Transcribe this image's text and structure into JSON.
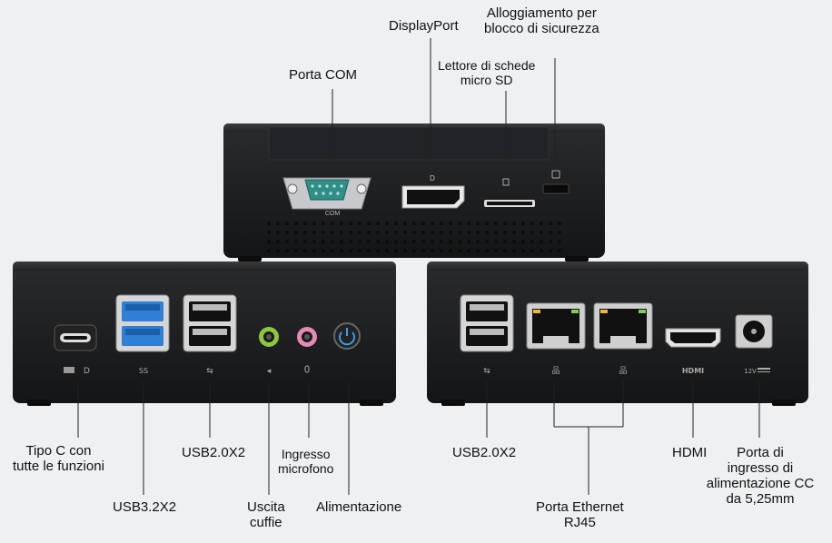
{
  "labels": {
    "porta_com": "Porta COM",
    "displayport": "DisplayPort",
    "alloggiamento": [
      "Alloggiamento per",
      "blocco di sicurezza"
    ],
    "lettore": [
      "Lettore di schede",
      "micro SD"
    ],
    "tipo_c": [
      "Tipo C con",
      "tutte le funzioni"
    ],
    "usb32": "USB3.2X2",
    "usb20_left": "USB2.0X2",
    "uscita": [
      "Uscita",
      "cuffie"
    ],
    "ingresso": [
      "Ingresso",
      "microfono"
    ],
    "alimentazione": "Alimentazione",
    "usb20_right": "USB2.0X2",
    "ethernet": [
      "Porta Ethernet",
      "RJ45"
    ],
    "hdmi": "HDMI",
    "porta_di": [
      "Porta di",
      "ingresso di",
      "alimentazione CC",
      "da 5,25mm"
    ]
  },
  "device_text": {
    "com": "COM",
    "usb_ss": "SS",
    "hdmi_logo": "HDMI",
    "dc_12v": "12V"
  },
  "colors": {
    "chassis": "#1c1d1f",
    "usb3_blue": "#2f7fd6",
    "headphone_green": "#8cc63f",
    "mic_pink": "#e58ab8",
    "power_blue": "#3aa0e8",
    "com_teal": "#2f8f86"
  }
}
